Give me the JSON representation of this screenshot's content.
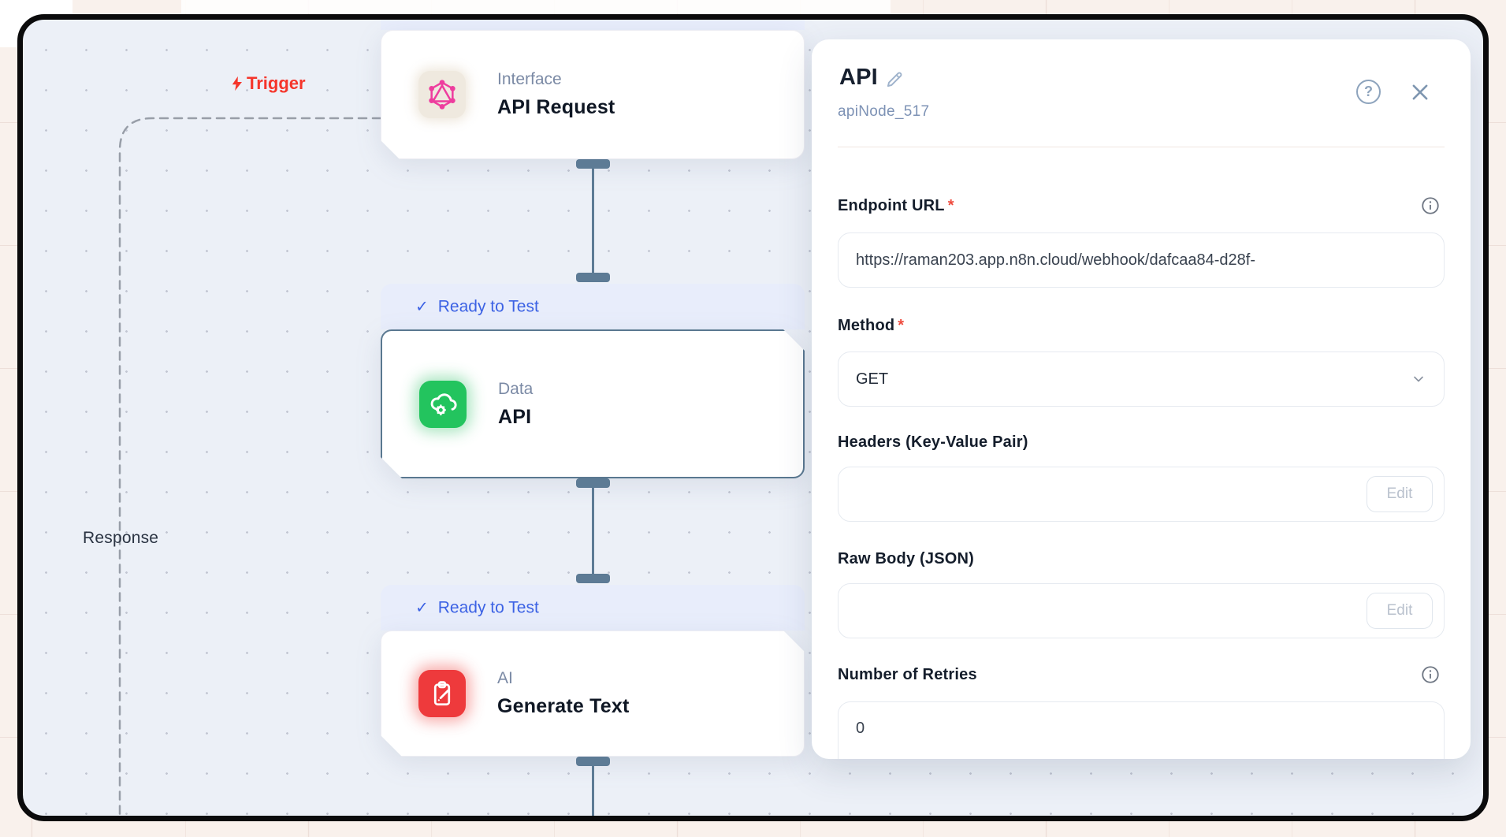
{
  "colors": {
    "accent_blue": "#3c62e4",
    "trigger_red": "#f5352b",
    "node_green": "#23c45e",
    "node_red": "#ee3a3c",
    "connector_slate": "#5d7b95",
    "canvas_bg": "#ecf0f7"
  },
  "canvas": {
    "trigger_label": "Trigger",
    "response_label": "Response",
    "badge_check": "✓",
    "nodes": [
      {
        "category": "Interface",
        "title": "API Request",
        "icon": "graphql-icon",
        "badge": ""
      },
      {
        "category": "Data",
        "title": "API",
        "icon": "cloud-gear-icon",
        "badge": "Ready to Test",
        "selected": true
      },
      {
        "category": "AI",
        "title": "Generate Text",
        "icon": "clipboard-pencil-icon",
        "badge": "Ready to Test"
      }
    ]
  },
  "panel": {
    "title": "API",
    "node_id": "apiNode_517",
    "help_label": "?",
    "fields": {
      "endpoint_url": {
        "label": "Endpoint URL",
        "required": "*",
        "value": "https://raman203.app.n8n.cloud/webhook/dafcaa84-d28f-"
      },
      "method": {
        "label": "Method",
        "required": "*",
        "value": "GET"
      },
      "headers": {
        "label": "Headers (Key-Value Pair)",
        "value": "",
        "button": "Edit"
      },
      "raw_body": {
        "label": "Raw Body (JSON)",
        "value": "",
        "button": "Edit"
      },
      "retries": {
        "label": "Number of Retries",
        "value": "0"
      }
    }
  }
}
